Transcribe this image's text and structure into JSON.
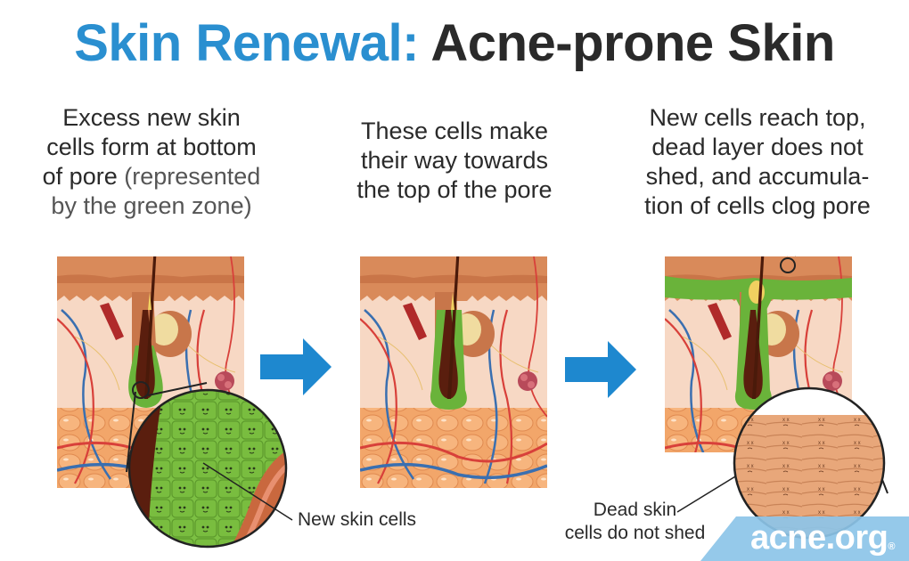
{
  "title": {
    "part1": "Skin Renewal:",
    "part2": "Acne-prone Skin",
    "colors": {
      "part1": "#2a8fd0",
      "part2": "#2a2a2a"
    }
  },
  "steps": [
    {
      "caption_main": "Excess new skin cells form at bottom of pore",
      "caption_lines": [
        "Excess new skin",
        "cells form at bottom",
        "of pore"
      ],
      "caption_note": "(represented by the green zone)",
      "caption_note_lines": [
        "(represented",
        "by the green zone)"
      ],
      "callout_label": "New skin cells"
    },
    {
      "caption_main": "These cells make their way towards the top of the pore",
      "caption_lines": [
        "These cells make",
        "their way towards",
        "the top of the pore"
      ]
    },
    {
      "caption_main": "New cells reach top, dead layer does not shed, and accumulation of cells clog pore",
      "caption_lines": [
        "New cells reach top,",
        "dead layer does not",
        "shed, and accumula-",
        "tion of cells clog pore"
      ],
      "callout_label_lines": [
        "Dead skin",
        "cells do not shed"
      ]
    }
  ],
  "arrows": [
    {
      "icon": "right-arrow-icon",
      "color": "#1e88cf"
    },
    {
      "icon": "right-arrow-icon",
      "color": "#1e88cf"
    }
  ],
  "logo": {
    "text": "acne.org",
    "registered": "®",
    "band_color": "#8cc4e8"
  },
  "palette": {
    "epidermis": "#d98a5a",
    "dermis": "#f7d8c4",
    "fat": "#f2a66a",
    "new_cells_green": "#6ab33a",
    "hair": "#5a1e0e",
    "sebaceous": "#c8764a",
    "vein_blue": "#3a6fb0",
    "artery_red": "#d8403a"
  }
}
